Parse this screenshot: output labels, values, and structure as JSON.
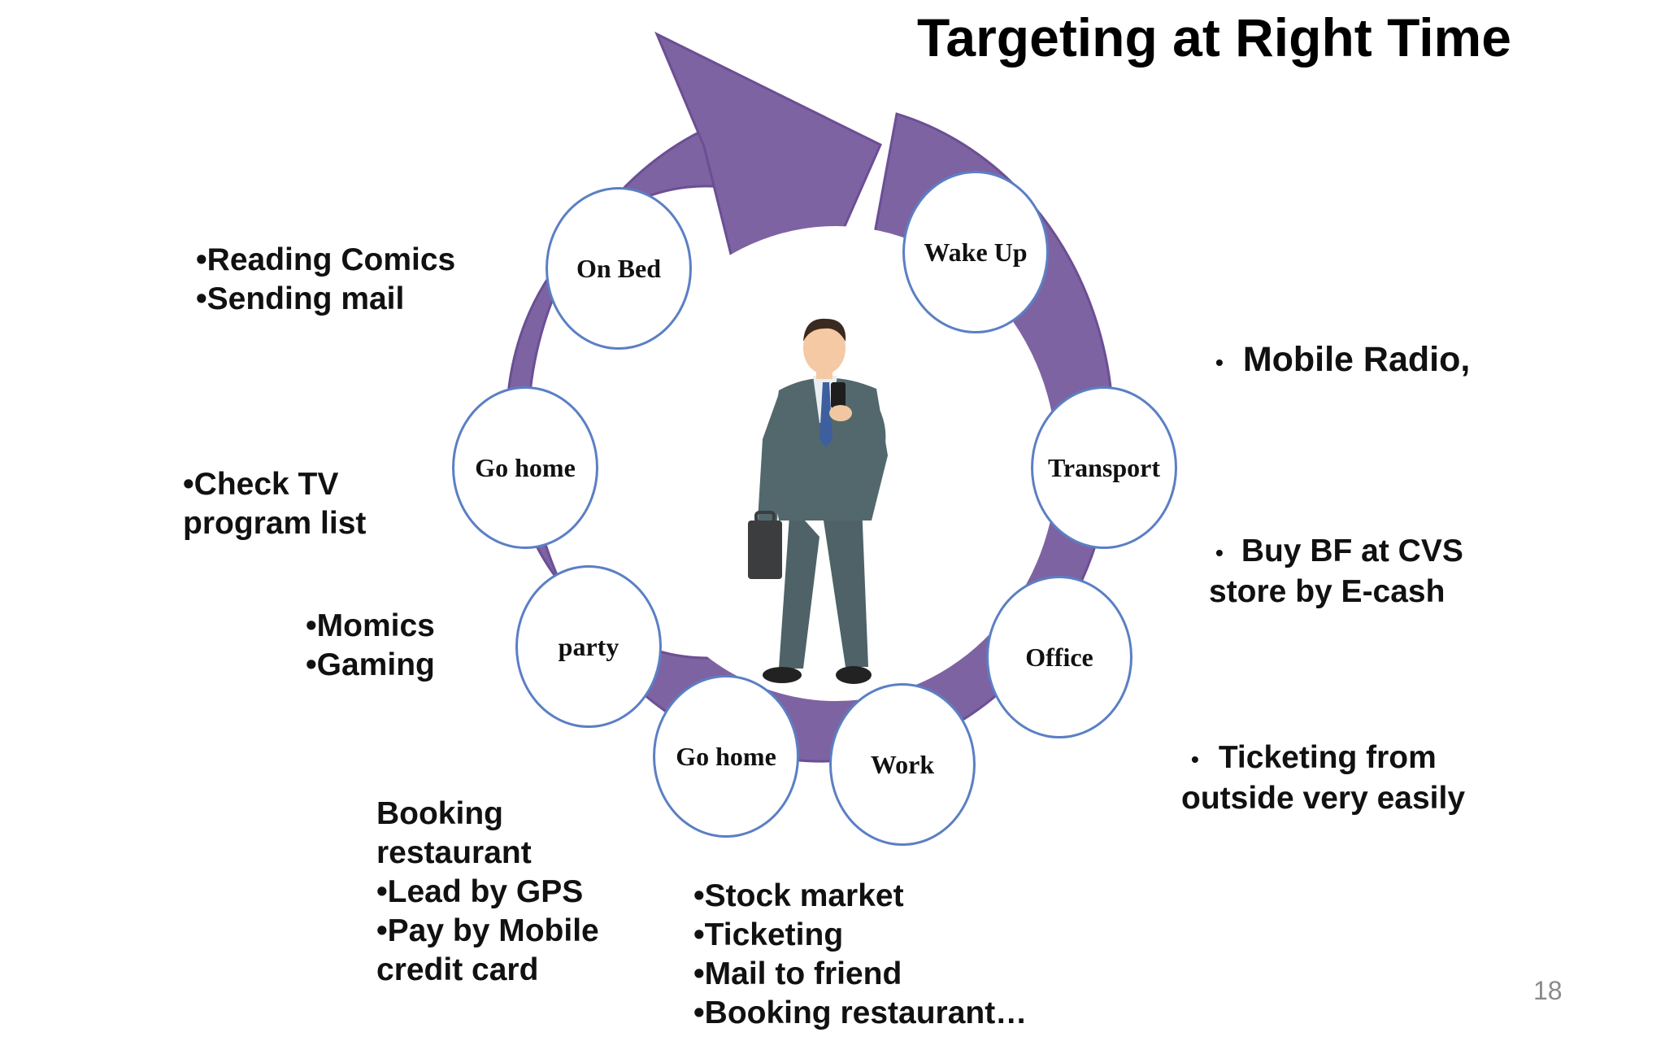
{
  "title": "Targeting at Right Time",
  "colors": {
    "ring": "#7e63a3",
    "ring_stroke": "#6b4f94",
    "node_border": "#5b7fc4"
  },
  "nodes": {
    "wake_up": "Wake Up",
    "transport": "Transport",
    "office": "Office",
    "work": "Work",
    "go_home_bottom": "Go home",
    "party": "party",
    "go_home_left": "Go home",
    "on_bed": "On Bed"
  },
  "notes": {
    "on_bed": [
      "•Reading Comics",
      "•Sending mail"
    ],
    "go_home": [
      "•Check TV",
      "program list"
    ],
    "party": [
      "•Momics",
      "•Gaming"
    ],
    "go_home_bottom": [
      "Booking",
      "restaurant",
      "•Lead by GPS",
      "•Pay by Mobile",
      "credit card"
    ],
    "work": [
      "•Stock market",
      "•Ticketing",
      "•Mail to friend",
      "•Booking restaurant…"
    ],
    "wake_up": [
      "Mobile Radio,"
    ],
    "transport": [
      "Buy BF at CVS",
      "store by E-cash"
    ],
    "office": [
      "Ticketing from",
      "outside very easily"
    ]
  },
  "center_figure": "businessman-with-phone",
  "page_number": "18"
}
